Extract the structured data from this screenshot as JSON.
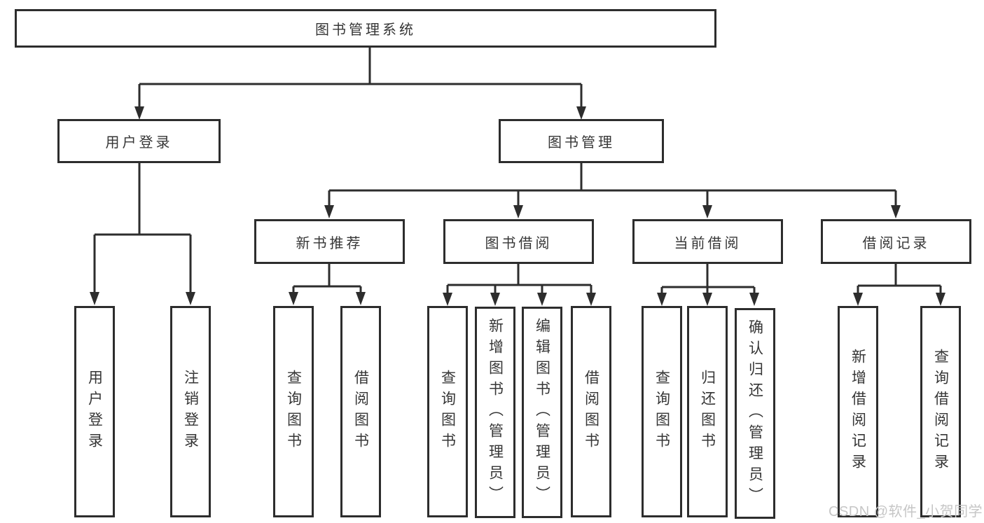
{
  "diagram": {
    "root": {
      "label": "图书管理系统",
      "children": [
        {
          "label": "用户登录",
          "children": [
            {
              "label": "用户登录"
            },
            {
              "label": "注销登录"
            }
          ]
        },
        {
          "label": "图书管理",
          "children": [
            {
              "label": "新书推荐",
              "children": [
                {
                  "label": "查询图书"
                },
                {
                  "label": "借阅图书"
                }
              ]
            },
            {
              "label": "图书借阅",
              "children": [
                {
                  "label": "查询图书"
                },
                {
                  "label": "新增图书（管理员）"
                },
                {
                  "label": "编辑图书（管理员）"
                },
                {
                  "label": "借阅图书"
                }
              ]
            },
            {
              "label": "当前借阅",
              "children": [
                {
                  "label": "查询图书"
                },
                {
                  "label": "归还图书"
                },
                {
                  "label": "确认归还（管理员）"
                }
              ]
            },
            {
              "label": "借阅记录",
              "children": [
                {
                  "label": "新增借阅记录"
                },
                {
                  "label": "查询借阅记录"
                }
              ]
            }
          ]
        }
      ]
    }
  },
  "watermark": {
    "text": "CSDN @软件_小贺同学"
  },
  "colors": {
    "line": "#2d2d2d",
    "text": "#363636",
    "watermark": "#c6c6c6",
    "background": "#ffffff"
  }
}
